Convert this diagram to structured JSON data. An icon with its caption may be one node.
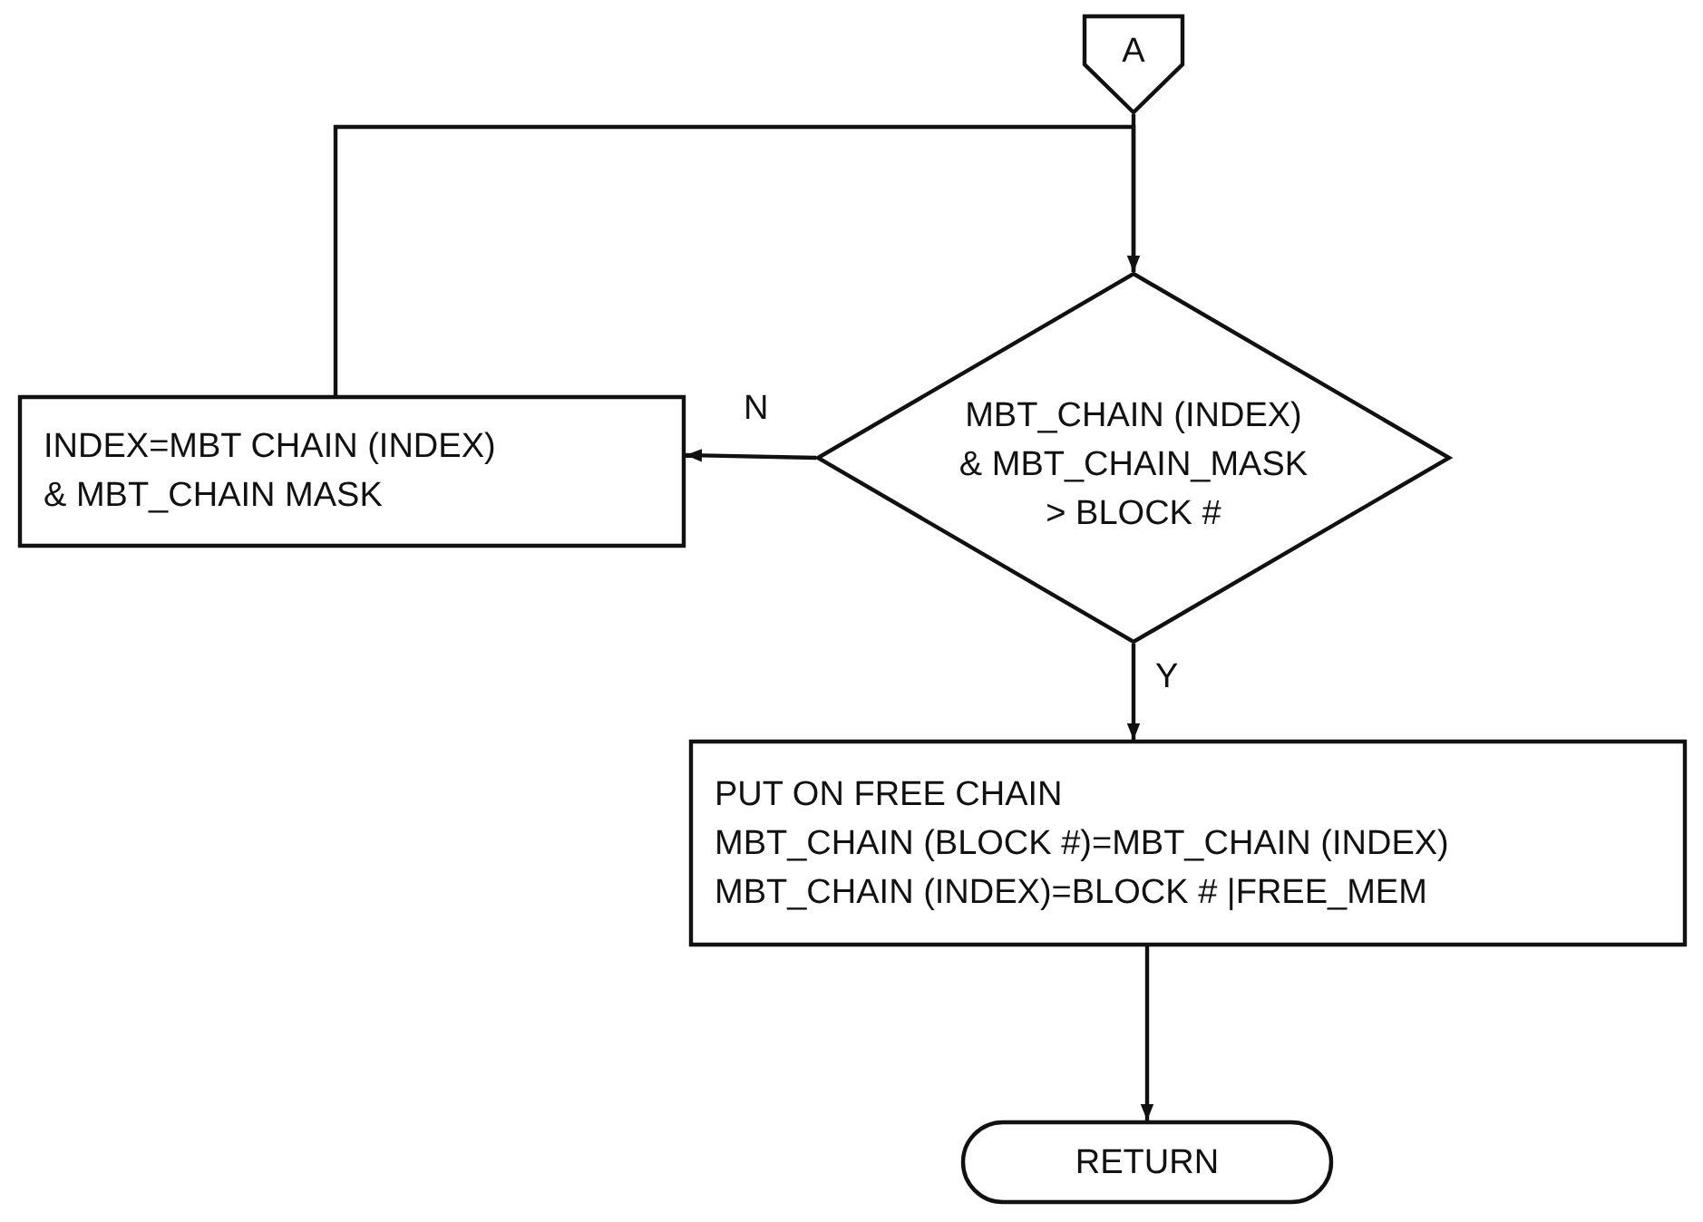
{
  "diagram": {
    "nodes": [
      {
        "text": [
          "A"
        ]
      },
      {
        "text": [
          "MBT_CHAIN (INDEX)",
          "& MBT_CHAIN_MASK",
          "> BLOCK #"
        ]
      },
      {
        "text": [
          "INDEX=MBT CHAIN (INDEX)",
          "& MBT_CHAIN MASK"
        ]
      },
      {
        "text": [
          "PUT ON FREE CHAIN",
          "MBT_CHAIN (BLOCK #)=MBT_CHAIN (INDEX)",
          "MBT_CHAIN (INDEX)=BLOCK # |FREE_MEM"
        ]
      },
      {
        "text": [
          "RETURN"
        ]
      }
    ],
    "edges": [
      {
        "from": 0,
        "to": 1,
        "arrow": "none"
      },
      {
        "from": 1,
        "to": 2,
        "arrow": "to",
        "label": "N"
      },
      {
        "from": 2,
        "to": 1,
        "arrow": "to"
      },
      {
        "from": 1,
        "to": 3,
        "arrow": "to",
        "label": "Y"
      },
      {
        "from": 3,
        "to": 4,
        "arrow": "to"
      }
    ]
  }
}
